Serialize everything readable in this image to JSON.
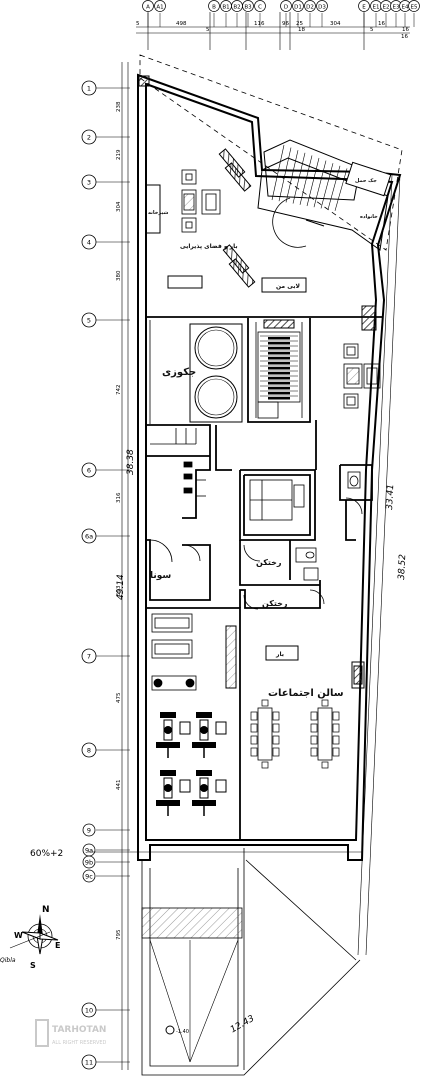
{
  "top_grid": [
    {
      "id": "A"
    },
    {
      "id": "A1"
    },
    {
      "id": "B"
    },
    {
      "id": "B1"
    },
    {
      "id": "B2"
    },
    {
      "id": "B3"
    },
    {
      "id": "C"
    },
    {
      "id": "D"
    },
    {
      "id": "D1"
    },
    {
      "id": "D2"
    },
    {
      "id": "D3"
    },
    {
      "id": "E"
    },
    {
      "id": "E1"
    },
    {
      "id": "E2"
    },
    {
      "id": "E3"
    },
    {
      "id": "E4"
    },
    {
      "id": "E5"
    }
  ],
  "top_dims": {
    "d1": "5",
    "d2": "498",
    "d3": "5",
    "d4": "116",
    "d5": "96",
    "d6": "18",
    "d7": "304",
    "d8": "16",
    "d9": "5",
    "d10": "16",
    "d11": "25",
    "d12": "16"
  },
  "left_grid": [
    {
      "id": "1"
    },
    {
      "id": "2"
    },
    {
      "id": "3"
    },
    {
      "id": "4"
    },
    {
      "id": "5"
    },
    {
      "id": "6"
    },
    {
      "id": "6a"
    },
    {
      "id": "7"
    },
    {
      "id": "8"
    },
    {
      "id": "9"
    },
    {
      "id": "9a"
    },
    {
      "id": "9b"
    },
    {
      "id": "9c"
    },
    {
      "id": "10"
    },
    {
      "id": "11"
    }
  ],
  "left_dims": [
    "238",
    "219",
    "304",
    "380",
    "742",
    "316",
    "593",
    "475",
    "441",
    "795"
  ],
  "overall_dims": {
    "left_inner": "38.38",
    "left_outer": "49.14",
    "right_inner": "33.41",
    "right_outer": "38.52",
    "bottom": "12.43"
  },
  "level_mark": "60%+2",
  "lower_level": "-1.40",
  "rooms": {
    "jacuzzi": "جکوزی",
    "sauna": "سونا",
    "laundry_1": "رختکن",
    "laundry_2": "رختکن",
    "bar": "بار و فضای پذیرایی",
    "lobby": "لابی من",
    "meeting_hall": "سالن اجتماعات",
    "bar_small": "بار",
    "shower": "شیرخانه",
    "stair_note": "جک حمل",
    "stair_note2": "خانواده"
  },
  "compass": {
    "n": "N",
    "e": "E",
    "s": "S",
    "w": "W",
    "angle": "Qibla"
  },
  "watermark": {
    "line1": "TARHOTAN",
    "line2": "ALL RIGHT RESERVED"
  },
  "colors": {
    "line": "#000000",
    "hatch": "#222222",
    "grid_line": "#000000"
  }
}
